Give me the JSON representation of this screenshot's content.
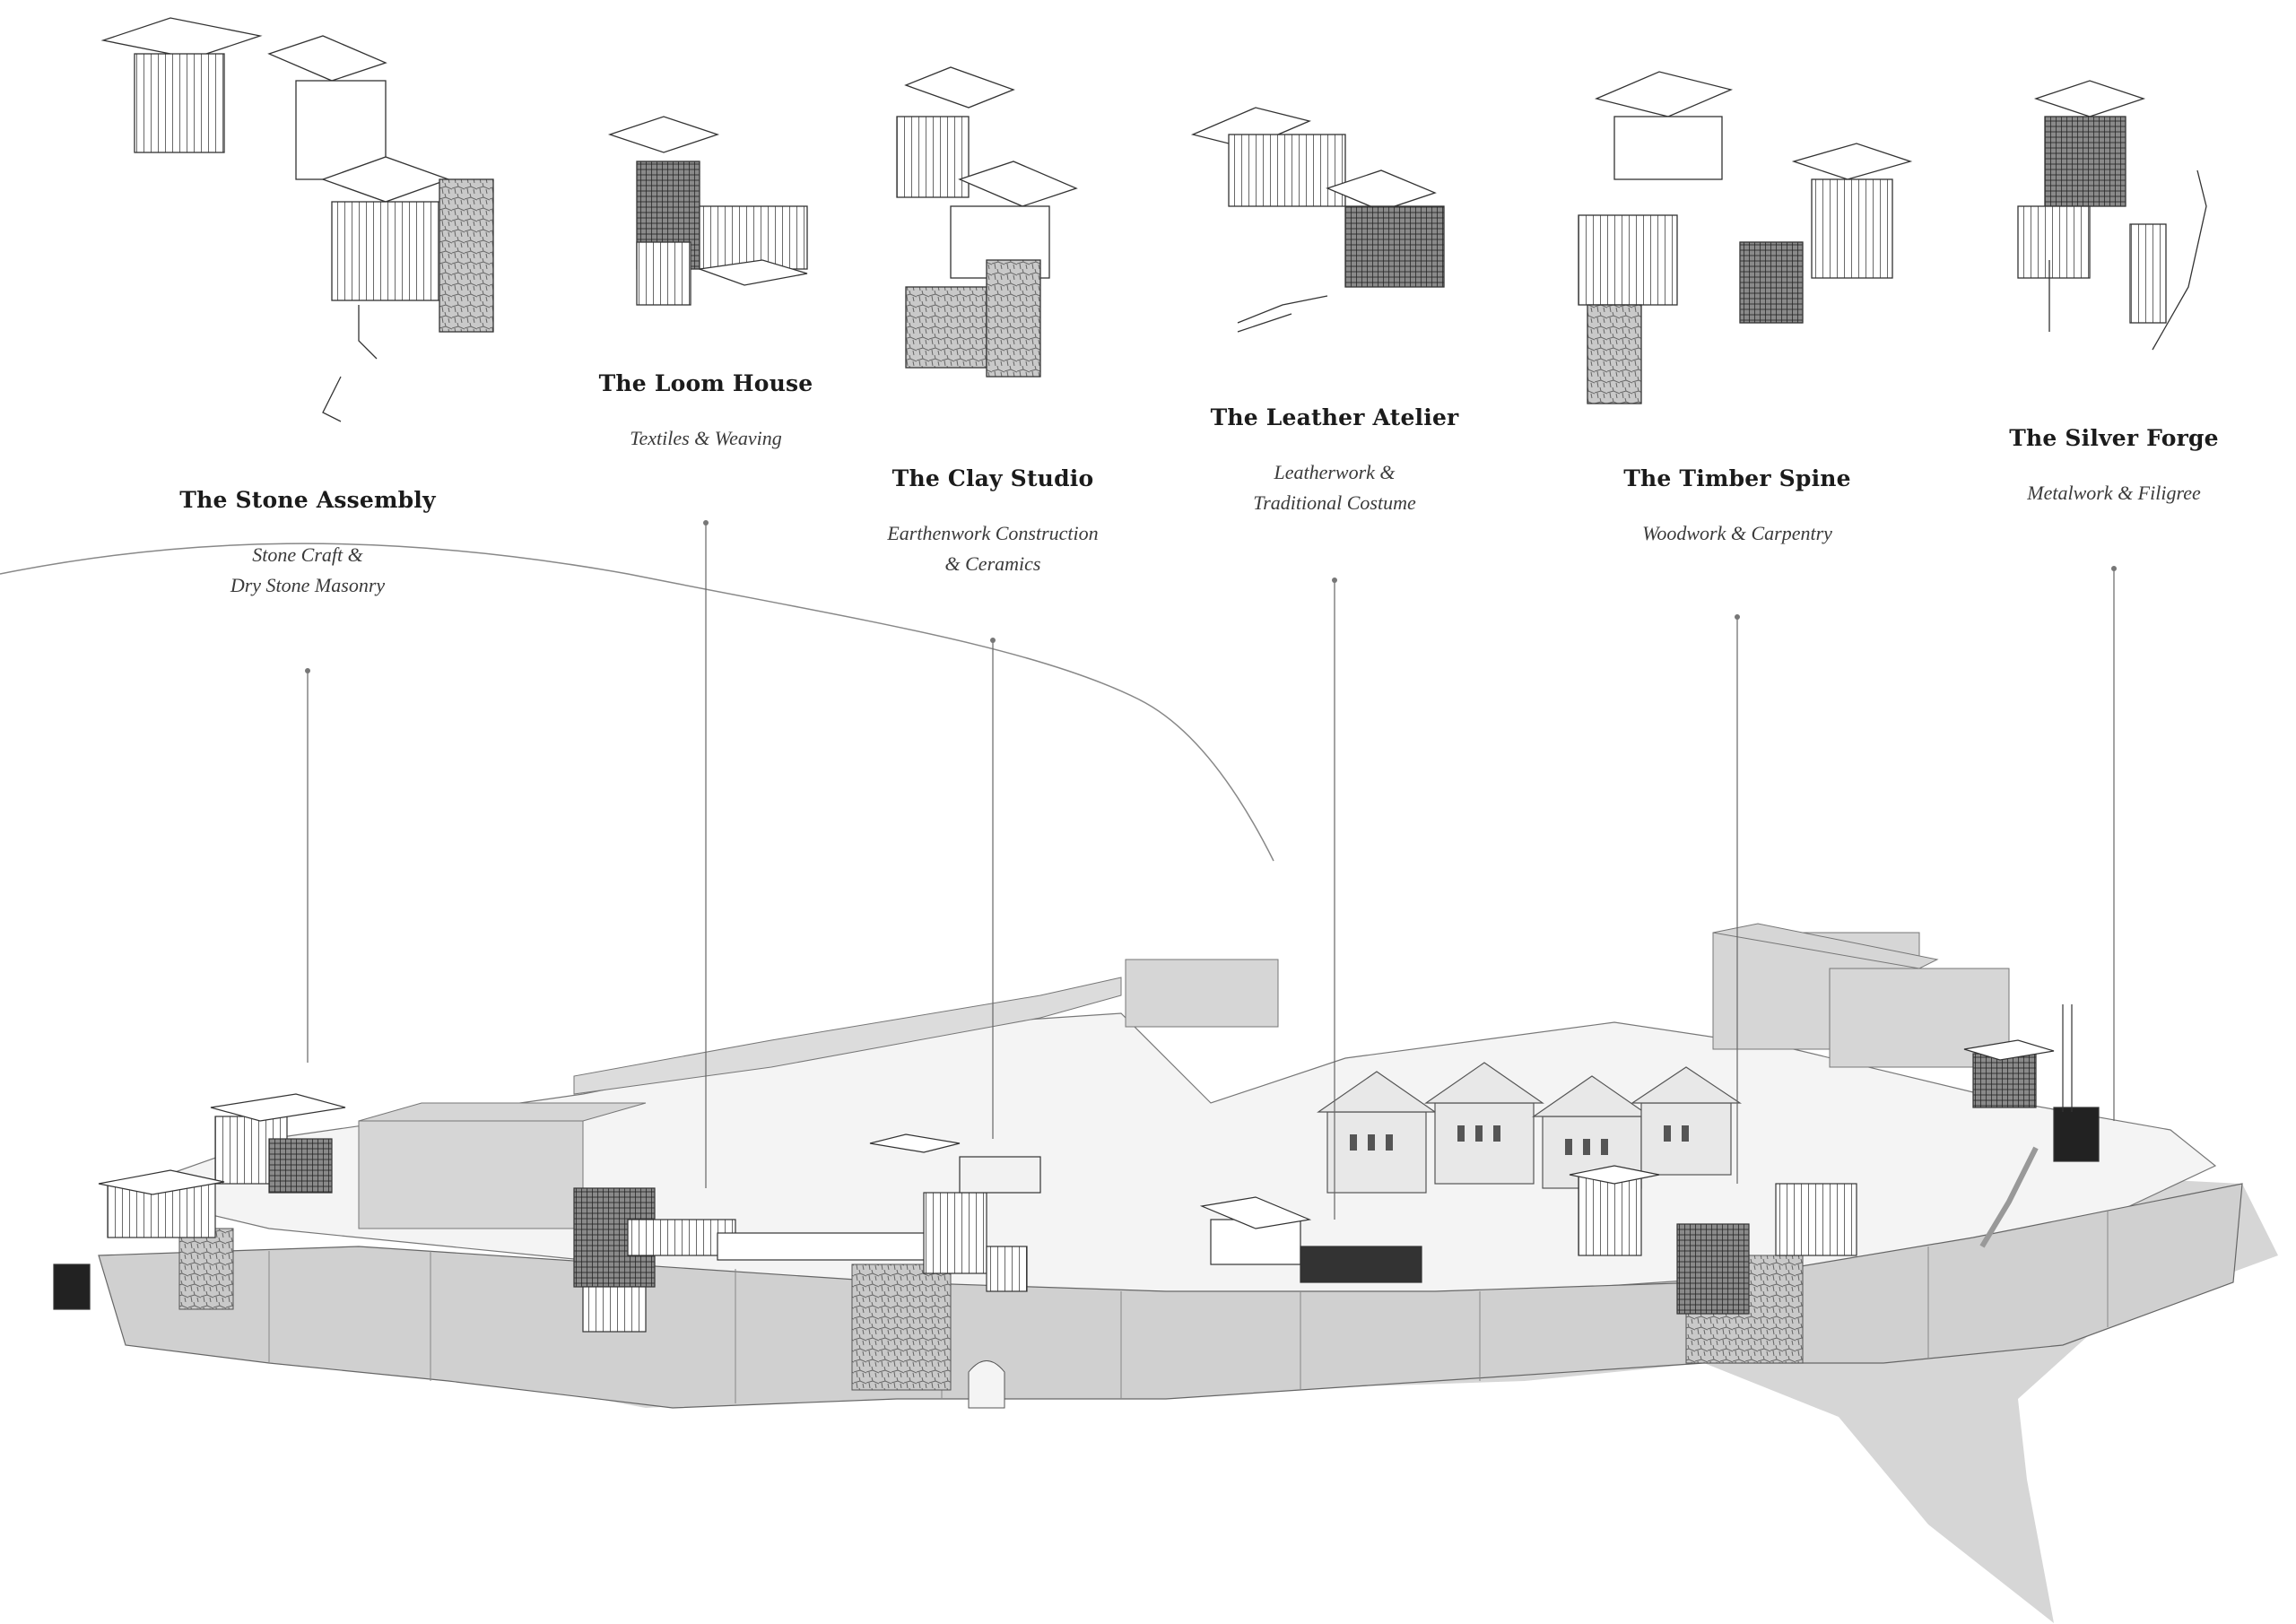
{
  "workshops": [
    {
      "id": "stone",
      "title": "The Stone Assembly",
      "subtitle": [
        "Stone Craft &",
        "Dry Stone Masonry"
      ]
    },
    {
      "id": "loom",
      "title": "The Loom House",
      "subtitle": [
        "Textiles & Weaving"
      ]
    },
    {
      "id": "clay",
      "title": "The Clay Studio",
      "subtitle": [
        "Earthenwork Construction",
        "& Ceramics"
      ]
    },
    {
      "id": "leather",
      "title": "The Leather Atelier",
      "subtitle": [
        "Leatherwork &",
        "Traditional Costume"
      ]
    },
    {
      "id": "timber",
      "title": "The Timber Spine",
      "subtitle": [
        "Woodwork & Carpentry"
      ]
    },
    {
      "id": "silver",
      "title": "The Silver Forge",
      "subtitle": [
        "Metalwork & Filigree"
      ]
    }
  ],
  "colors": {
    "line": "#555555",
    "massing": "#cfcfcf",
    "massing_dark": "#b5b5b5",
    "shadow": "#d4d4d4",
    "stone": "#9a9a9a",
    "background": "#ffffff"
  },
  "icons": [
    "stone-wall-icon",
    "timber-frame-icon",
    "stair-icon"
  ]
}
